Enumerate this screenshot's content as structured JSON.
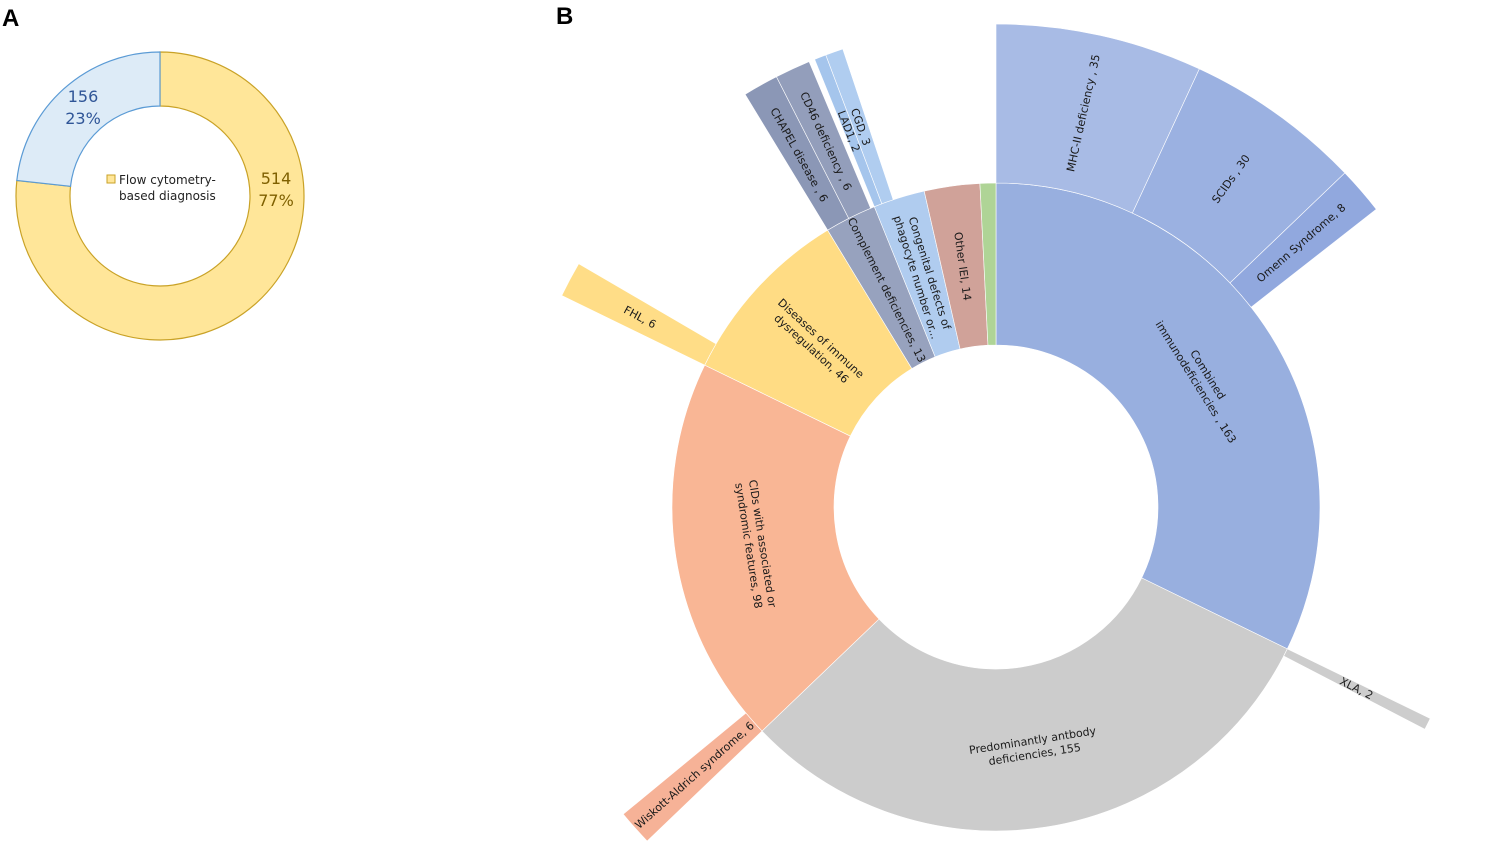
{
  "panels": {
    "a": "A",
    "b": "B"
  },
  "chart_data": [
    {
      "type": "pie",
      "subtype": "donut",
      "panel": "A",
      "legend": [
        "Flow cytometry-based diagnosis"
      ],
      "legend_lines": [
        "Flow cytometry-",
        "based diagnosis"
      ],
      "slices": [
        {
          "value": 514,
          "percent": "77%",
          "value_label": "514",
          "color": "#FFE699",
          "edge": "#C9A227",
          "text_color": "#7F6000"
        },
        {
          "value": 156,
          "percent": "23%",
          "value_label": "156",
          "color": "#DDEBF7",
          "edge": "#5B9BD5",
          "text_color": "#2F5597"
        }
      ]
    },
    {
      "type": "sunburst",
      "panel": "B",
      "inner": [
        {
          "label": "Combined immunodeficiencies , 163",
          "lines": [
            "Combined",
            "immunodeficiencies , 163"
          ],
          "value": 163,
          "color": "#8FA8DC"
        },
        {
          "label": "Predominantly antbody deficiencies, 155",
          "lines": [
            "Predominantly antbody",
            "deficiencies, 155"
          ],
          "value": 155,
          "color": "#C8C8C8"
        },
        {
          "label": "CIDs with associated or syndromic features, 98",
          "lines": [
            "CIDs with associated or",
            "syndromic features, 98"
          ],
          "value": 98,
          "color": "#F9B08C"
        },
        {
          "label": "Diseases of immune dysregulation, 46",
          "lines": [
            "Diseases of immune",
            "dysregulation, 46"
          ],
          "value": 46,
          "color": "#FFD97A"
        },
        {
          "label": "Complement deficiencies, 13",
          "lines": [
            "Complement deficiencies, 13"
          ],
          "value": 13,
          "color": "#8E9AB8"
        },
        {
          "label": "Congenital defects of phagocyte number or...",
          "lines": [
            "Congenital defects of",
            "phagocyte number or..."
          ],
          "value": 13,
          "color": "#A9C8EE"
        },
        {
          "label": "Other IEI, 14",
          "lines": [
            "Other IEI, 14"
          ],
          "value": 14,
          "color": "#CC9A90"
        },
        {
          "label": "",
          "lines": [],
          "value": 4,
          "color": "#A8D08D"
        }
      ],
      "outer": [
        {
          "label": "MHC-II deficiency , 35",
          "value": 35,
          "parent": "Combined immunodeficiencies , 163",
          "color": "#9FB4E2"
        },
        {
          "label": "SCIDs , 30",
          "value": 30,
          "parent": "Combined immunodeficiencies , 163",
          "color": "#90A8DE"
        },
        {
          "label": "Omenn Syndrome, 8",
          "value": 8,
          "parent": "Combined immunodeficiencies , 163",
          "color": "#859FDA"
        },
        {
          "label": "XLA, 2",
          "value": 2,
          "parent": "Predominantly antbody deficiencies, 155",
          "color": "#C8C8C8"
        },
        {
          "label": "Wiskott-Aldrich syndrome, 6",
          "value": 6,
          "parent": "CIDs with associated or syndromic features, 98",
          "color": "#F5AA8C"
        },
        {
          "label": "FHL, 6",
          "value": 6,
          "parent": "Diseases of immune dysregulation, 46",
          "color": "#FFD97A"
        },
        {
          "label": "CHAPEL disease , 6",
          "value": 6,
          "parent": "Complement deficiencies, 13",
          "color": "#7E8CAE"
        },
        {
          "label": "CD46 deficiency , 6",
          "value": 6,
          "parent": "Complement deficiencies, 13",
          "color": "#8794B4"
        },
        {
          "label": "LAD1, 2",
          "value": 2,
          "parent": "Congenital defects of phagocyte number or...",
          "color": "#9BBFEA"
        },
        {
          "label": "CGD, 3",
          "value": 3,
          "parent": "Congenital defects of phagocyte number or...",
          "color": "#A7C8EE"
        }
      ]
    }
  ]
}
